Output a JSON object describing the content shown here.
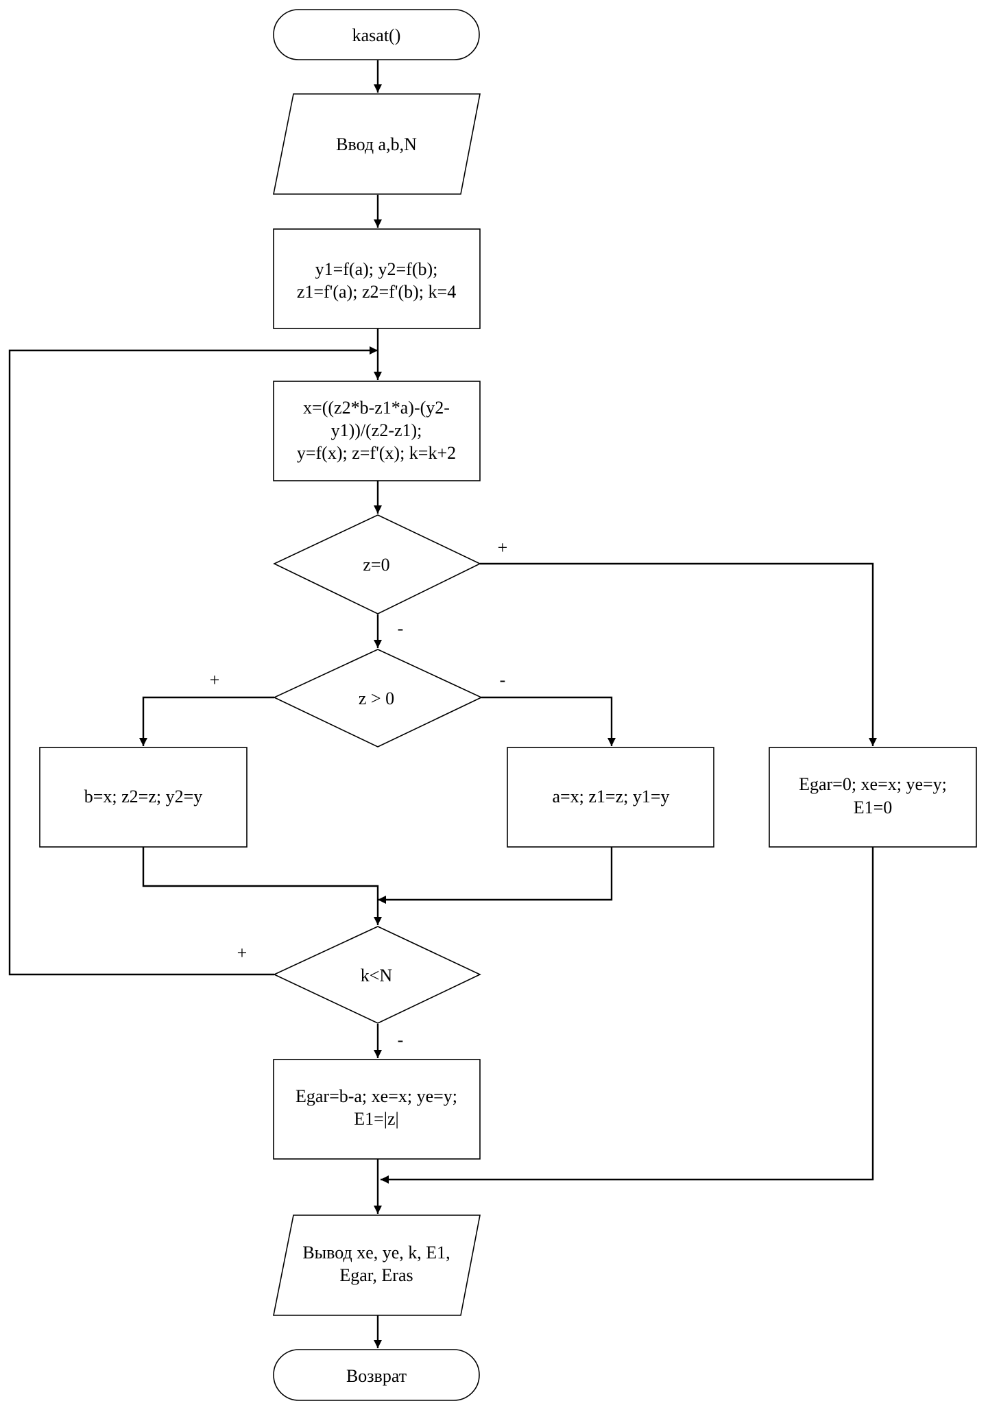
{
  "nodes": {
    "start": [
      "kasat()"
    ],
    "input": [
      "Ввод a,b,N"
    ],
    "init": [
      "y1=f(a); y2=f(b);",
      "z1=f'(a); z2=f'(b); k=4"
    ],
    "calc": [
      "x=((z2*b-z1*a)-(y2-",
      "y1))/(z2-z1);",
      "y=f(x); z=f'(x); k=k+2"
    ],
    "cond_z0": [
      "z=0"
    ],
    "cond_zpos": [
      "z > 0"
    ],
    "assign_b": [
      "b=x; z2=z; y2=y"
    ],
    "assign_a": [
      "a=x; z1=z; y1=y"
    ],
    "exact": [
      "Egar=0; xe=x; ye=y;",
      "E1=0"
    ],
    "cond_kn": [
      "k<N"
    ],
    "finish": [
      "Egar=b-a; xe=x; ye=y;",
      "E1=|z|"
    ],
    "output": [
      "Вывод xe, ye, k, E1,",
      "Egar, Eras"
    ],
    "end": [
      "Возврат"
    ]
  },
  "edge_labels": {
    "z0_yes": "+",
    "z0_no": "-",
    "zpos_yes": "+",
    "zpos_no": "-",
    "kn_yes": "+",
    "kn_no": "-"
  },
  "colors": {
    "stroke": "#000000",
    "fill": "#ffffff"
  }
}
